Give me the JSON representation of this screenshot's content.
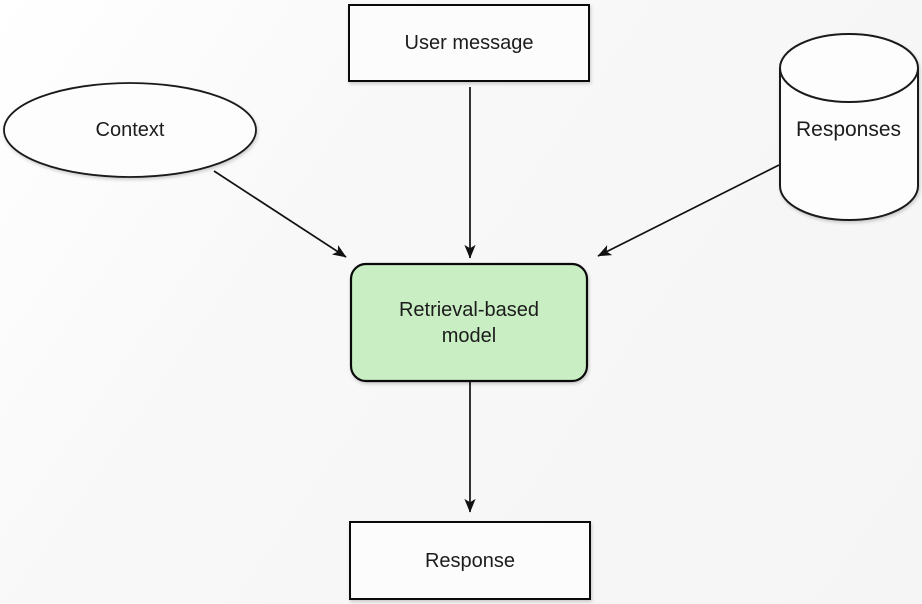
{
  "diagram": {
    "nodes": {
      "user_message": {
        "label": "User message",
        "shape": "rectangle"
      },
      "context": {
        "label": "Context",
        "shape": "ellipse"
      },
      "responses_db": {
        "label": "Responses",
        "shape": "cylinder"
      },
      "model": {
        "label": "Retrieval-based model",
        "shape": "rounded-rectangle"
      },
      "response": {
        "label": "Response",
        "shape": "rectangle"
      }
    },
    "edges": [
      {
        "from": "context",
        "to": "model"
      },
      {
        "from": "user_message",
        "to": "model"
      },
      {
        "from": "responses_db",
        "to": "model"
      },
      {
        "from": "model",
        "to": "response"
      }
    ],
    "colors": {
      "node_fill": "#fcfcfc",
      "model_fill": "#c9eec3",
      "stroke": "#0a0a0a",
      "arrow": "#111111",
      "text": "#1c1c1c",
      "background": "#f7f7f7"
    }
  }
}
